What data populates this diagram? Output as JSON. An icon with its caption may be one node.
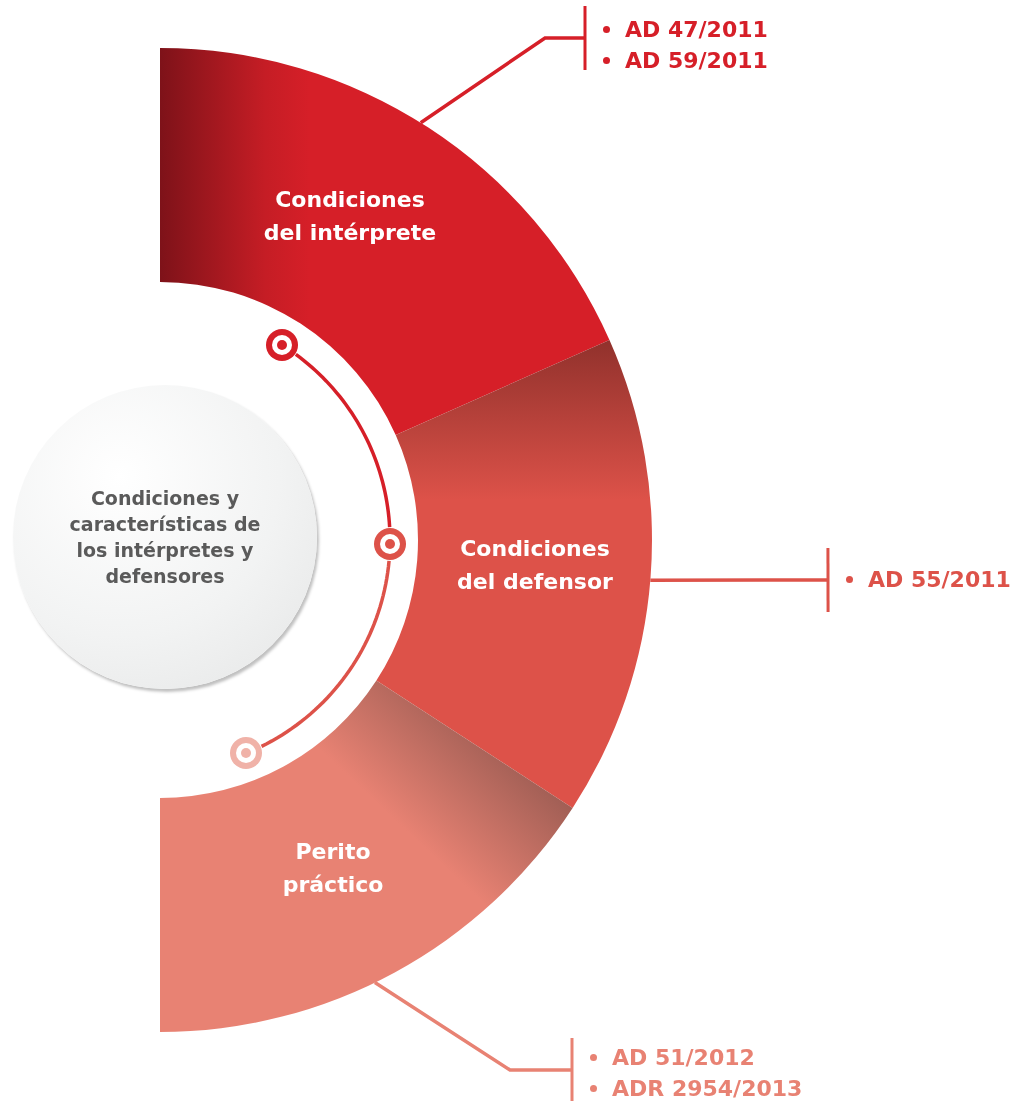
{
  "diagram": {
    "nodes": [
      {
        "text": [
          "Condiciones y características de los intérpretes y defensores"
        ]
      },
      {
        "text": [
          "Condiciones del intérprete"
        ]
      },
      {
        "text": [
          "Condiciones del defensor"
        ]
      },
      {
        "text": [
          "Perito práctico"
        ]
      },
      {
        "text": [],
        "shape": "circle"
      },
      {
        "text": [],
        "shape": "circle"
      },
      {
        "text": [],
        "shape": "circle"
      },
      {
        "text": [
          "AD 47/2011",
          "AD 59/2011"
        ]
      },
      {
        "text": [
          "AD 55/2011"
        ]
      },
      {
        "text": [
          "AD 51/2012",
          "ADR 2954/2013"
        ]
      }
    ],
    "edges": [
      {
        "from": 4,
        "to": 5,
        "arrow": "none",
        "color": "#d61f28"
      },
      {
        "from": 5,
        "to": 6,
        "arrow": "none",
        "color": "#dd5249"
      },
      {
        "from": 1,
        "to": 7,
        "arrow": "other",
        "color": "#d61f28"
      },
      {
        "from": 2,
        "to": 8,
        "arrow": "other",
        "color": "#dd5249"
      },
      {
        "from": 3,
        "to": 9,
        "arrow": "other",
        "color": "#e88273"
      }
    ]
  }
}
